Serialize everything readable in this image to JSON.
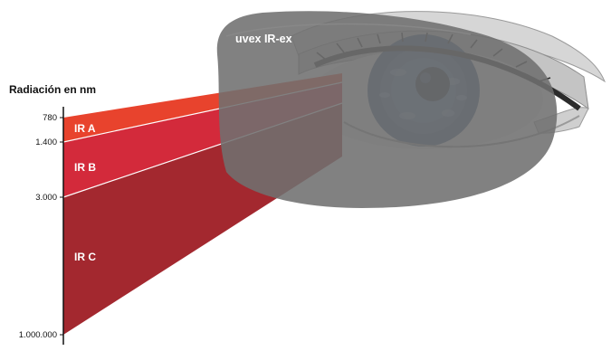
{
  "lens_label": "uvex IR-ex",
  "axis": {
    "title": "Radiación en nm",
    "ticks": [
      "780",
      "1.400",
      "3.000",
      "1.000.000"
    ]
  },
  "bands": [
    {
      "name": "IR A",
      "color": "#e8432d"
    },
    {
      "name": "IR B",
      "color": "#d32a3b"
    },
    {
      "name": "IR C",
      "color": "#a3282f"
    }
  ],
  "colors": {
    "lens": "#6f6f6f",
    "eyelid": "#b9b9b9",
    "iris": "#3d5a80",
    "pupil": "#1c2a3d",
    "axis": "#111111"
  }
}
